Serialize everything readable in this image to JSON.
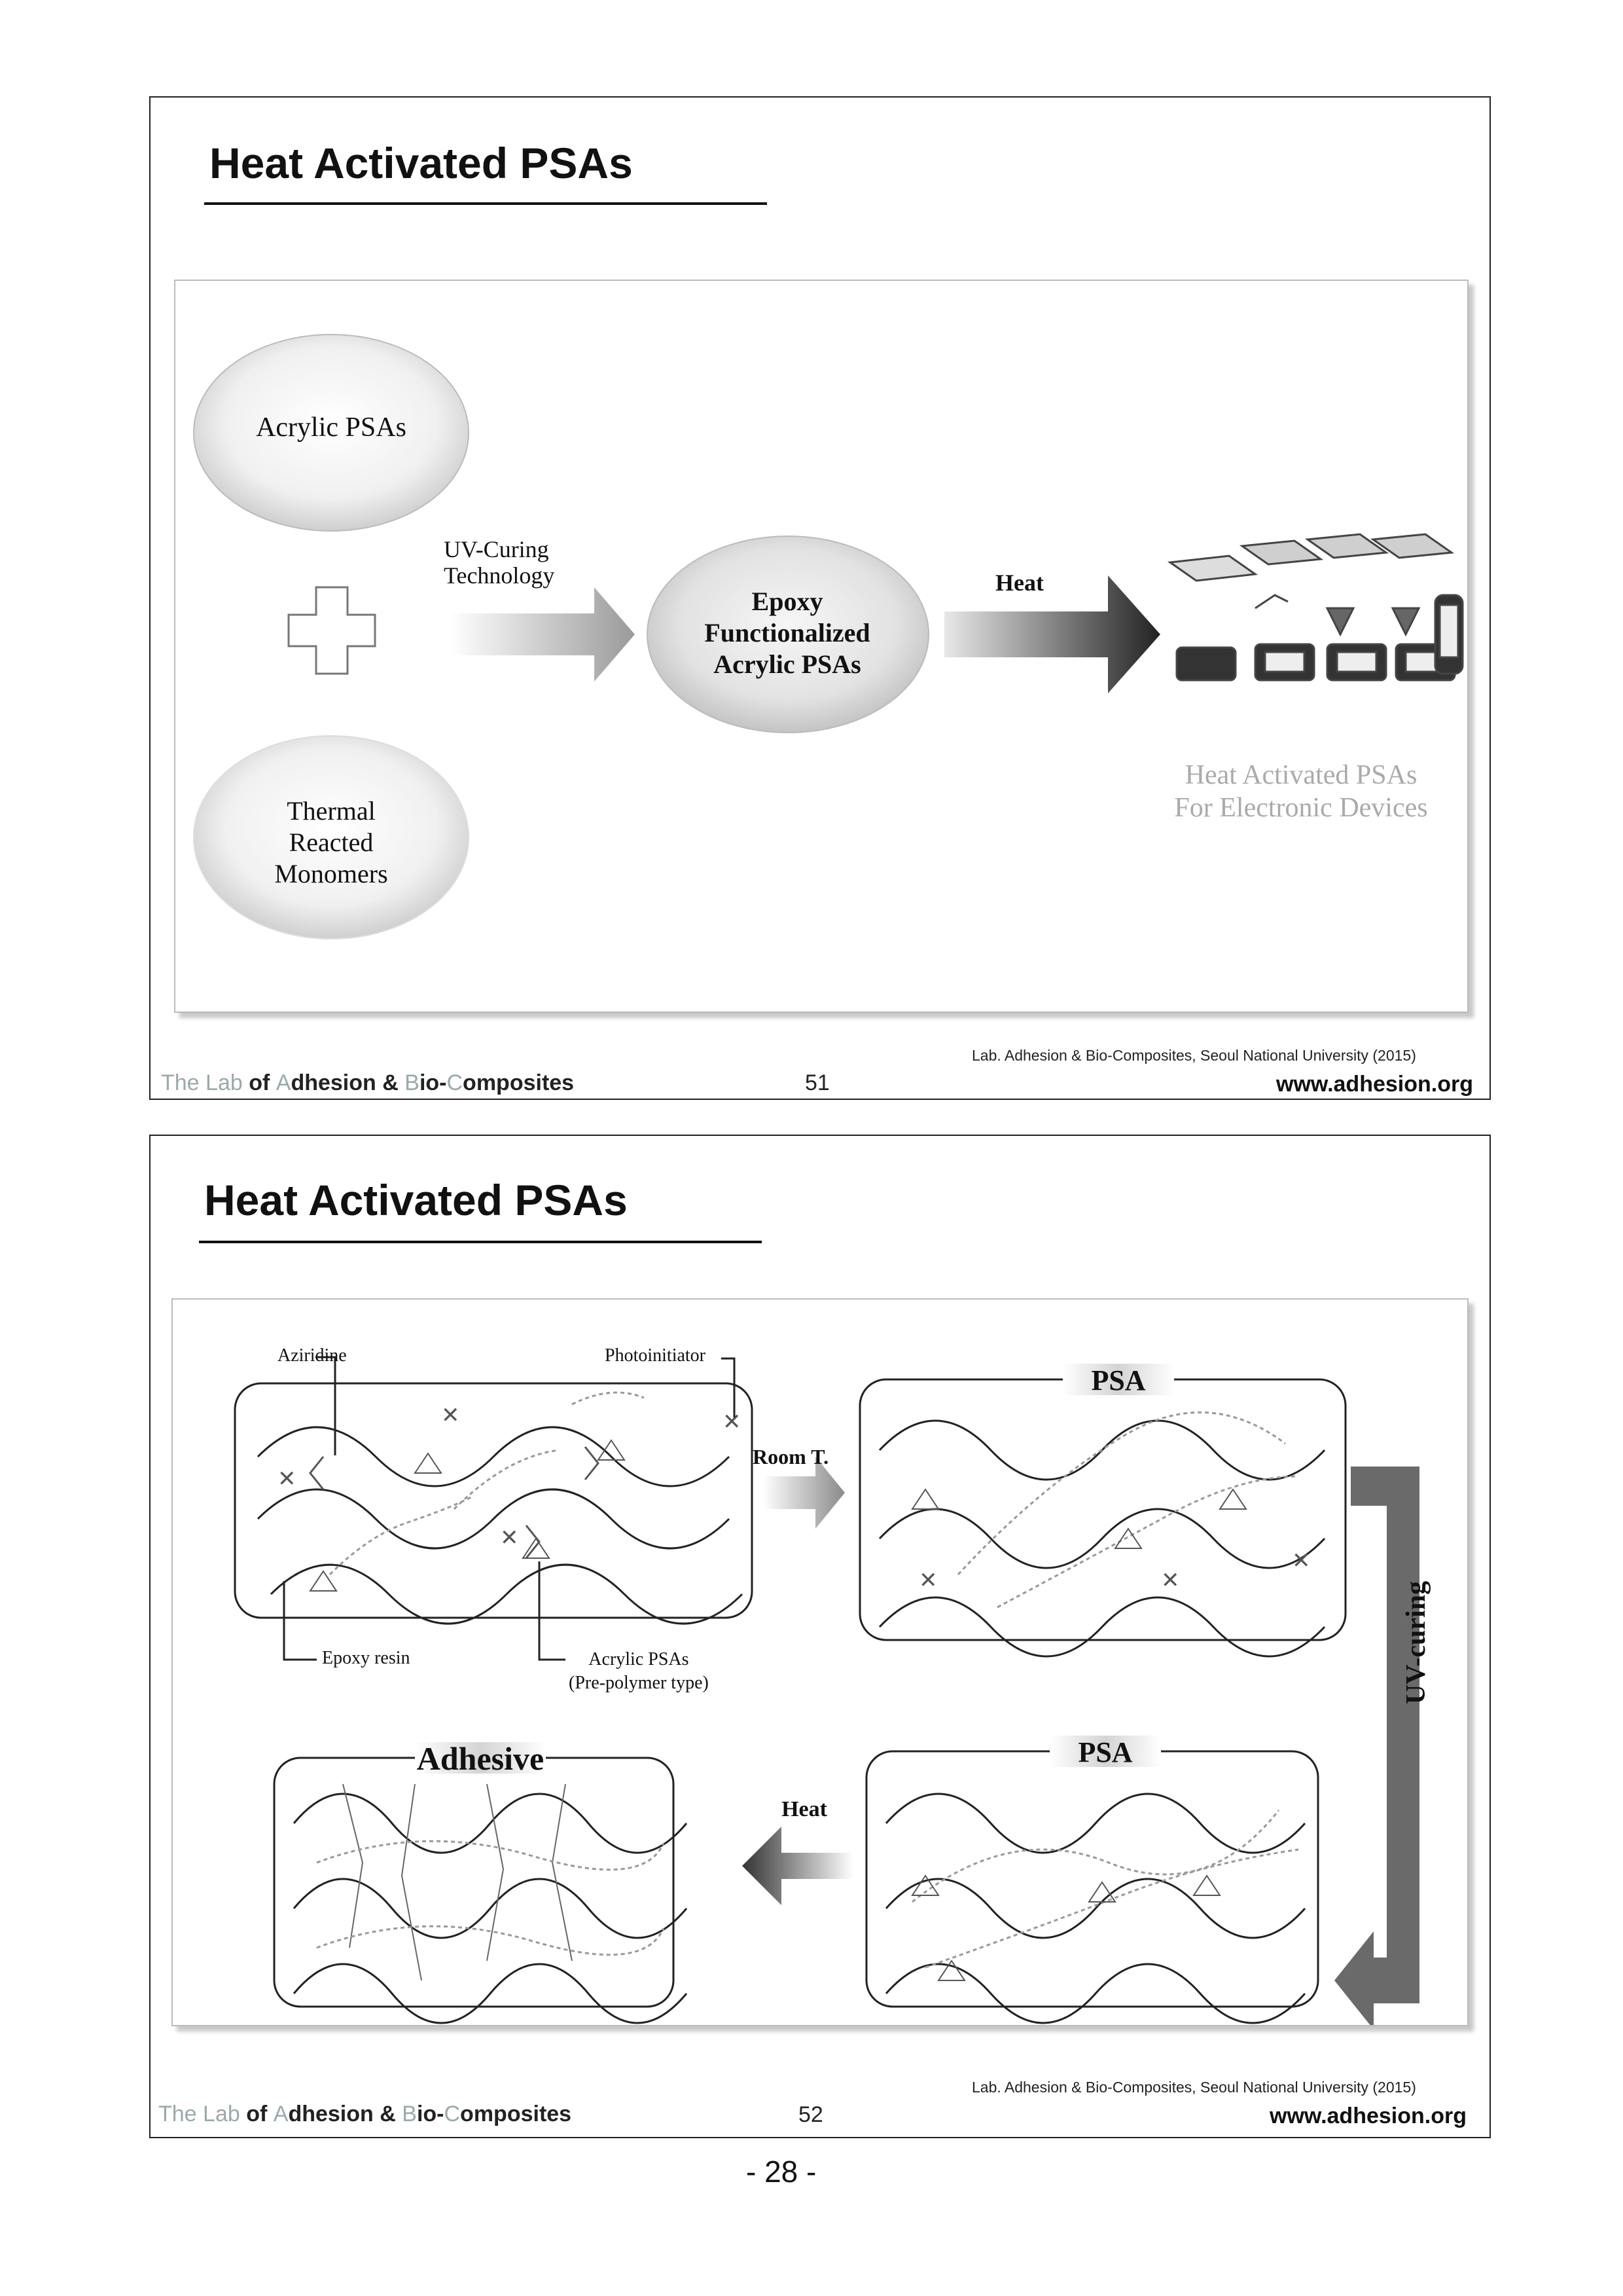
{
  "slide1": {
    "title": "Heat Activated PSAs",
    "bubble_acrylic": "Acrylic PSAs",
    "bubble_thermal_1": "Thermal",
    "bubble_thermal_2": "Reacted",
    "bubble_thermal_3": "Monomers",
    "uv_label_1": "UV-Curing",
    "uv_label_2": "Technology",
    "bubble_epoxy_1": "Epoxy",
    "bubble_epoxy_2": "Functionalized",
    "bubble_epoxy_3": "Acrylic PSAs",
    "heat_label": "Heat",
    "device_caption_1": "Heat Activated PSAs",
    "device_caption_2": "For Electronic Devices",
    "footer": {
      "lab_1": "The ",
      "lab_2": "Lab",
      "lab_3": " of ",
      "lab_4": "A",
      "lab_5": "dhesion & ",
      "lab_6": "B",
      "lab_7": "io-",
      "lab_8": "C",
      "lab_9": "omposites",
      "slide_number": "51",
      "credit": "Lab. Adhesion & Bio-Composites, Seoul National University (2015)",
      "url": "www.adhesion.org"
    }
  },
  "slide2": {
    "title": "Heat Activated PSAs",
    "aziridine": "Aziridine",
    "photoinitiator": "Photoinitiator",
    "epoxy_resin": "Epoxy resin",
    "acrylic_psas": "Acrylic PSAs",
    "prepolymer": "(Pre-polymer type)",
    "room_t": "Room T.",
    "psa_top": "PSA",
    "psa_bottom": "PSA",
    "uv_curing": "UV-curing",
    "heat": "Heat",
    "adhesive": "Adhesive",
    "footer": {
      "lab_1": "The ",
      "lab_2": "Lab",
      "lab_3": " of ",
      "lab_4": "A",
      "lab_5": "dhesion & ",
      "lab_6": "B",
      "lab_7": "io-",
      "lab_8": "C",
      "lab_9": "omposites",
      "slide_number": "52",
      "credit": "Lab. Adhesion & Bio-Composites, Seoul National University (2015)",
      "url": "www.adhesion.org"
    }
  },
  "page_number": "- 28 -"
}
